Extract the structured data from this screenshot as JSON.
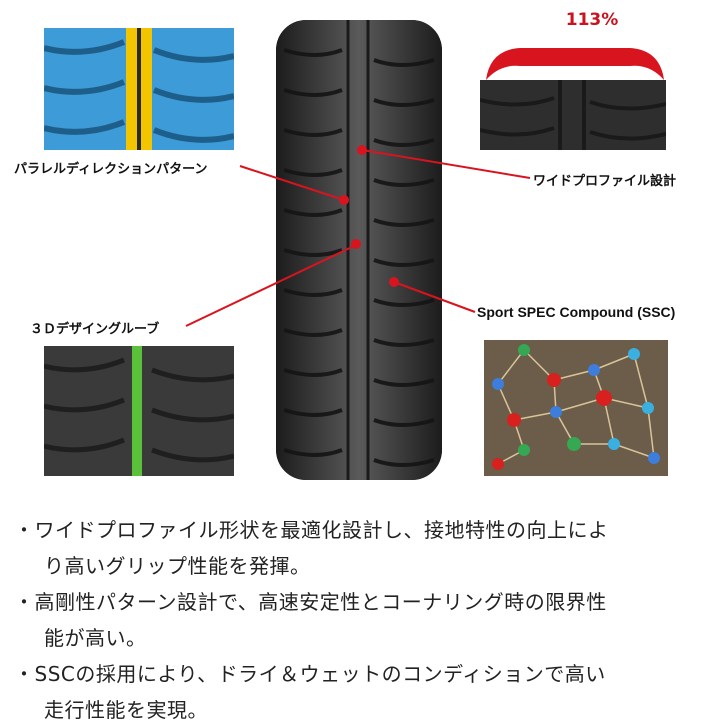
{
  "annotations": {
    "parallel_label": "パラレルディレクションパターン",
    "profile_label": "ワイドプロファイル設計",
    "groove_label": "３Ｄデザイングルーブ",
    "compound_label": "Sport SPEC Compound (SSC)",
    "profile_percent": "113%"
  },
  "bullets": [
    {
      "lines": [
        "・ワイドプロファイル形状を最適化設計し、接地特性の向上によ",
        "り高いグリップ性能を発揮。"
      ]
    },
    {
      "lines": [
        "・高剛性パターン設計で、高速安定性とコーナリング時の限界性",
        "能が高い。"
      ]
    },
    {
      "lines": [
        "・SSCの採用により、ドライ＆ウェットのコンディションで高い",
        "走行性能を実現。"
      ]
    }
  ],
  "colors": {
    "accent_red": "#d8141e",
    "highlight_yellow": "#f2c500",
    "highlight_green": "#5ac23a",
    "tread_blue": "#3a9ad6"
  }
}
